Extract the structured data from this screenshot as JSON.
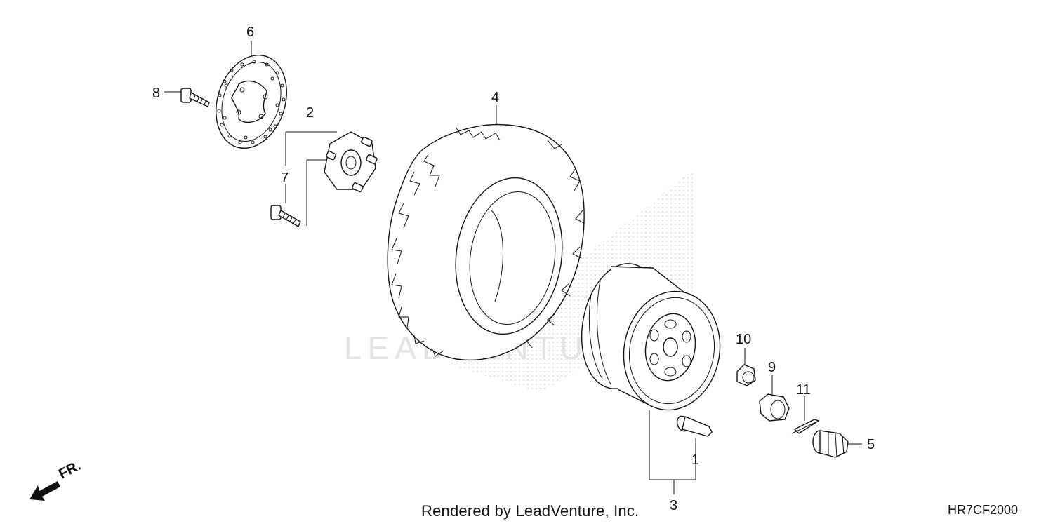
{
  "footer": {
    "rendered_by": "Rendered by LeadVenture, Inc.",
    "diagram_code": "HR7CF2000"
  },
  "direction": {
    "label": "FR."
  },
  "watermark": {
    "text": "LEADVENTURE"
  },
  "callouts": {
    "c1": "1",
    "c2": "2",
    "c3": "3",
    "c4": "4",
    "c5": "5",
    "c6": "6",
    "c7": "7",
    "c8": "8",
    "c9": "9",
    "c10": "10",
    "c11": "11"
  },
  "colors": {
    "line": "#111111",
    "watermark": "#d9d9d9"
  }
}
